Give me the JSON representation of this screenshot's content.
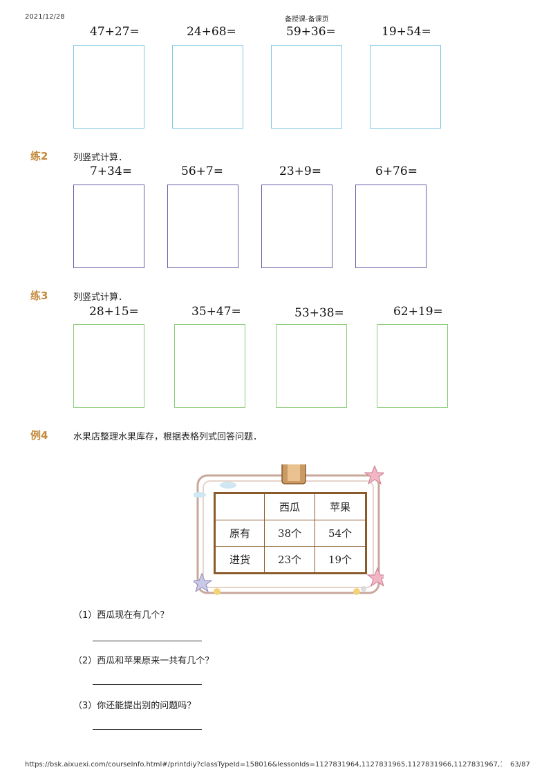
{
  "header": {
    "date": "2021/12/28",
    "title": "备授课-备课页"
  },
  "row1": {
    "exprs": [
      "47+27=",
      "24+68=",
      "59+36=",
      "19+54="
    ]
  },
  "ex2": {
    "tag": "练2",
    "instruction": "列竖式计算．",
    "exprs": [
      "7+34=",
      "56+7=",
      "23+9=",
      "6+76="
    ]
  },
  "ex3": {
    "tag": "练3",
    "instruction": "列竖式计算．",
    "exprs": [
      "28+15=",
      "35+47=",
      "53+38=",
      "62+19="
    ]
  },
  "ex4": {
    "tag": "例4",
    "instruction": "水果店整理水果库存，根据表格列式回答问题．",
    "table": {
      "headers": [
        "",
        "西瓜",
        "苹果"
      ],
      "rows": [
        [
          "原有",
          "38个",
          "54个"
        ],
        [
          "进货",
          "23个",
          "19个"
        ]
      ]
    },
    "questions": [
      "（1）西瓜现在有几个？",
      "（2）西瓜和苹果原来一共有几个？",
      "（3）你还能提出别的问题吗？"
    ]
  },
  "footer": {
    "url": "https://bsk.aixuexi.com/courseInfo.html#/printdiy?classTypeId=158016&lessonIds=1127831964,1127831965,1127831966,1127831967,112783…",
    "page": "63/87"
  },
  "colors": {
    "row1_box": "#7fc6e8",
    "row2_box": "#6a5aa8",
    "row3_box": "#8ccc78",
    "tag": "#c48a3c",
    "table_border": "#8b5a2b"
  }
}
